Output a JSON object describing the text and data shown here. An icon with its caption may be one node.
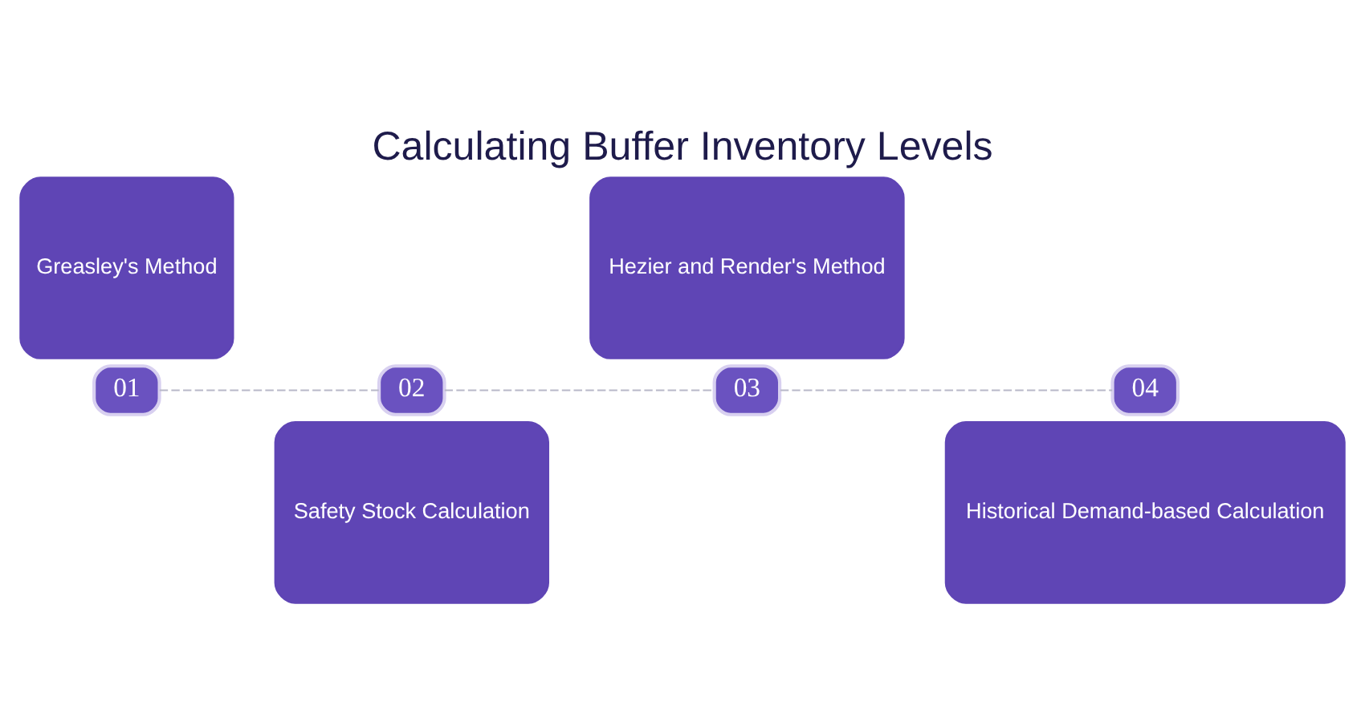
{
  "diagram": {
    "title": "Calculating Buffer Inventory Levels",
    "nodes": [
      {
        "text": [
          "Greasley's Method"
        ]
      },
      {
        "text": [
          "01"
        ]
      },
      {
        "text": [
          "02"
        ]
      },
      {
        "text": [
          "Safety Stock Calculation"
        ]
      },
      {
        "text": [
          "Hezier and Render's Method"
        ]
      },
      {
        "text": [
          "03"
        ]
      },
      {
        "text": [
          "04"
        ]
      },
      {
        "text": [
          "Historical Demand-based Calculation"
        ]
      }
    ],
    "edges": [
      {
        "from": 1,
        "to": 2,
        "arrow": "none",
        "style": "dashed"
      },
      {
        "from": 2,
        "to": 5,
        "arrow": "none",
        "style": "dashed"
      },
      {
        "from": 5,
        "to": 6,
        "arrow": "none",
        "style": "dashed"
      }
    ]
  }
}
